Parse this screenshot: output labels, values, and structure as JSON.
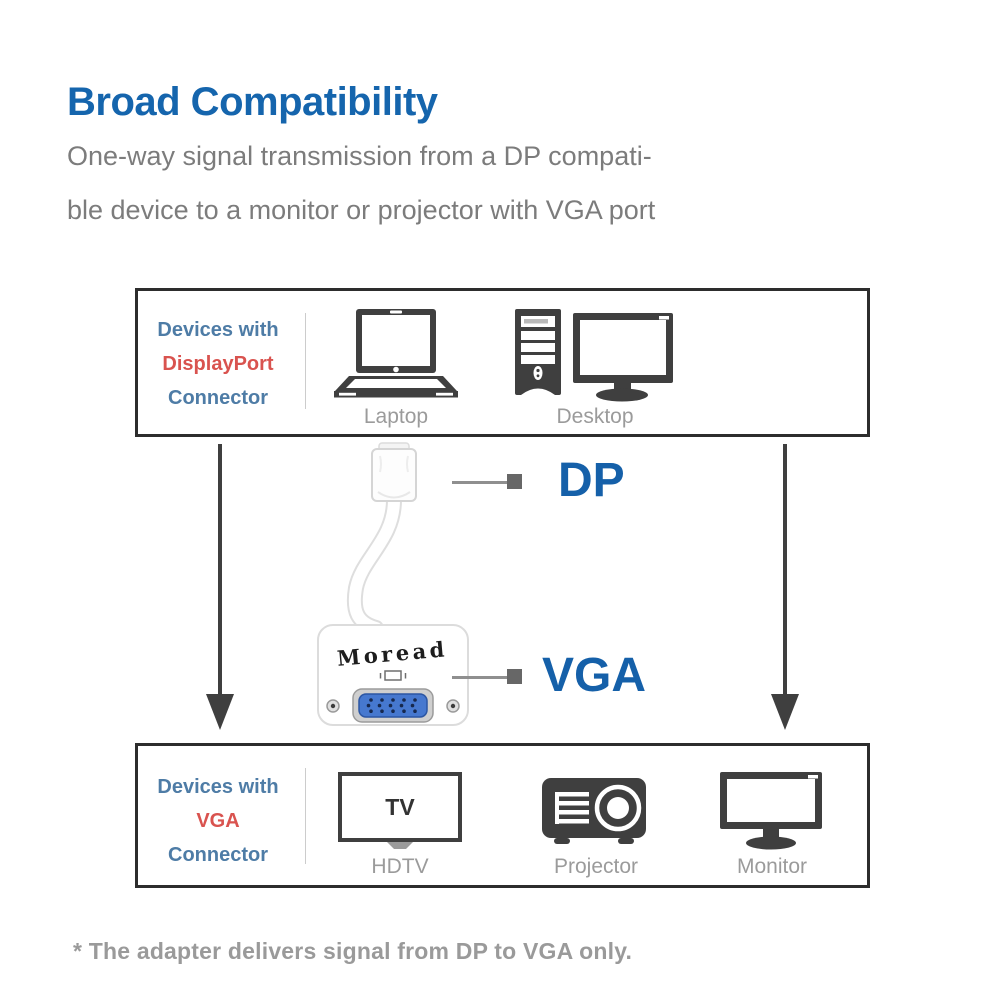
{
  "header": {
    "title": "Broad Compatibility",
    "subtitle_line1": "One-way signal transmission from a DP compati-",
    "subtitle_line2": "ble device to a monitor or projector with VGA port"
  },
  "source_box": {
    "label_line1": "Devices with",
    "label_line2": "DisplayPort",
    "label_line3": "Connector",
    "devices": [
      {
        "name": "Laptop",
        "icon": "laptop-icon"
      },
      {
        "name": "Desktop",
        "icon": "desktop-icon"
      }
    ]
  },
  "adapter": {
    "brand": "Moread",
    "top_label": "DP",
    "bottom_label": "VGA"
  },
  "target_box": {
    "label_line1": "Devices with",
    "label_line2": "VGA",
    "label_line3": "Connector",
    "devices": [
      {
        "name": "HDTV",
        "icon": "tv-icon",
        "screen_text": "TV"
      },
      {
        "name": "Projector",
        "icon": "projector-icon"
      },
      {
        "name": "Monitor",
        "icon": "monitor-icon"
      }
    ]
  },
  "footnote": "* The adapter delivers signal from DP to VGA only.",
  "colors": {
    "title_blue": "#1565ad",
    "accent_blue": "#4e7ca6",
    "accent_red": "#d9534f",
    "label_gray": "#9b9b9b",
    "icon_dark": "#3f3f3f",
    "box_border": "#2d2d2d",
    "vga_port_blue": "#4678cf"
  }
}
